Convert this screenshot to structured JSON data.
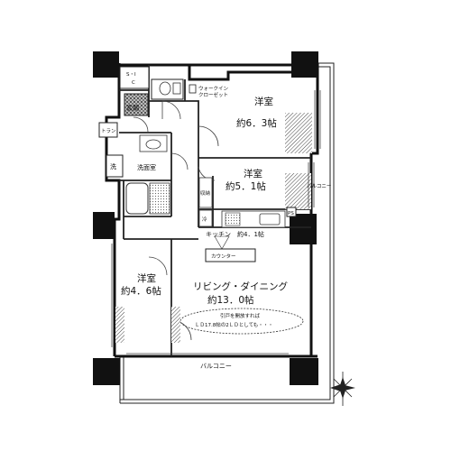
{
  "rooms": {
    "bedroom1": {
      "name": "洋室",
      "size": "約6．3帖"
    },
    "bedroom2": {
      "name": "洋室",
      "size": "約5．1帖"
    },
    "bedroom3": {
      "name": "洋室",
      "size": "約4．6帖"
    },
    "kitchen": "キッチン　約4．1帖",
    "ldk": {
      "name": "リビング・ダイニング",
      "size": "約13．0帖"
    },
    "washroom": "洗面室",
    "entrance": "玄関"
  },
  "labels": {
    "sic_line1": "S・I",
    "sic_line2": "C",
    "walkin_line1": "ウォークイン",
    "walkin_line2": "クローゼット",
    "shoe_box": "トラン",
    "washer": "洗",
    "storage": "収納",
    "storage2": "冷",
    "ps": "PS",
    "counter": "カウンター",
    "balcony_bottom": "バルコニー",
    "balcony_side": "バルコニー",
    "note_line1": "引戸を開放すれば",
    "note_line2": "ＬＤ17.8帖の2ＬＤとしても・・・"
  },
  "colors": {
    "wall": "#111111",
    "line": "#222222"
  }
}
